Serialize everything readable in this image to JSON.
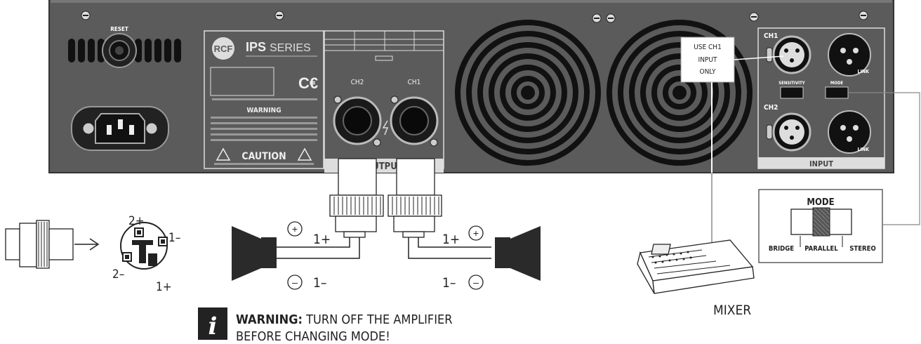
{
  "amplifier": {
    "reset_label": "RESET",
    "brand_logo": "RCF",
    "series_label": "IPS",
    "series_suffix": "SERIES",
    "warning_title": "WARNING",
    "caution_title": "CAUTION",
    "ch2_output_label": "CH2",
    "ch1_output_label": "CH1",
    "output_section_label": "OUTPUT",
    "use_ch1_note": [
      "USE CH1",
      "INPUT",
      "ONLY"
    ],
    "input_ch1_label": "CH1",
    "input_ch2_label": "CH2",
    "link_label": "LINK",
    "sensitivity_label": "SENSITIVITY",
    "mode_switch_label": "MODE",
    "input_section_label": "INPUT"
  },
  "speakon_pinout": {
    "pin_2plus": "2+",
    "pin_1minus": "1–",
    "pin_2minus": "2–",
    "pin_1plus": "1+"
  },
  "speakers": {
    "left_plus_symbol": "+",
    "left_plus_label": "1+",
    "left_minus_symbol": "–",
    "left_minus_label": "1–",
    "right_plus_label": "1+",
    "right_minus_label": "1–"
  },
  "mode_callout": {
    "title": "MODE",
    "bridge": "BRIDGE",
    "parallel": "PARALLEL",
    "stereo": "STEREO"
  },
  "mixer_label": "MIXER",
  "warning_note": {
    "info_icon_glyph": "i",
    "bold": "WARNING:",
    "line1_rest": " TURN OFF THE AMPLIFIER",
    "line2": "BEFORE CHANGING MODE!"
  }
}
